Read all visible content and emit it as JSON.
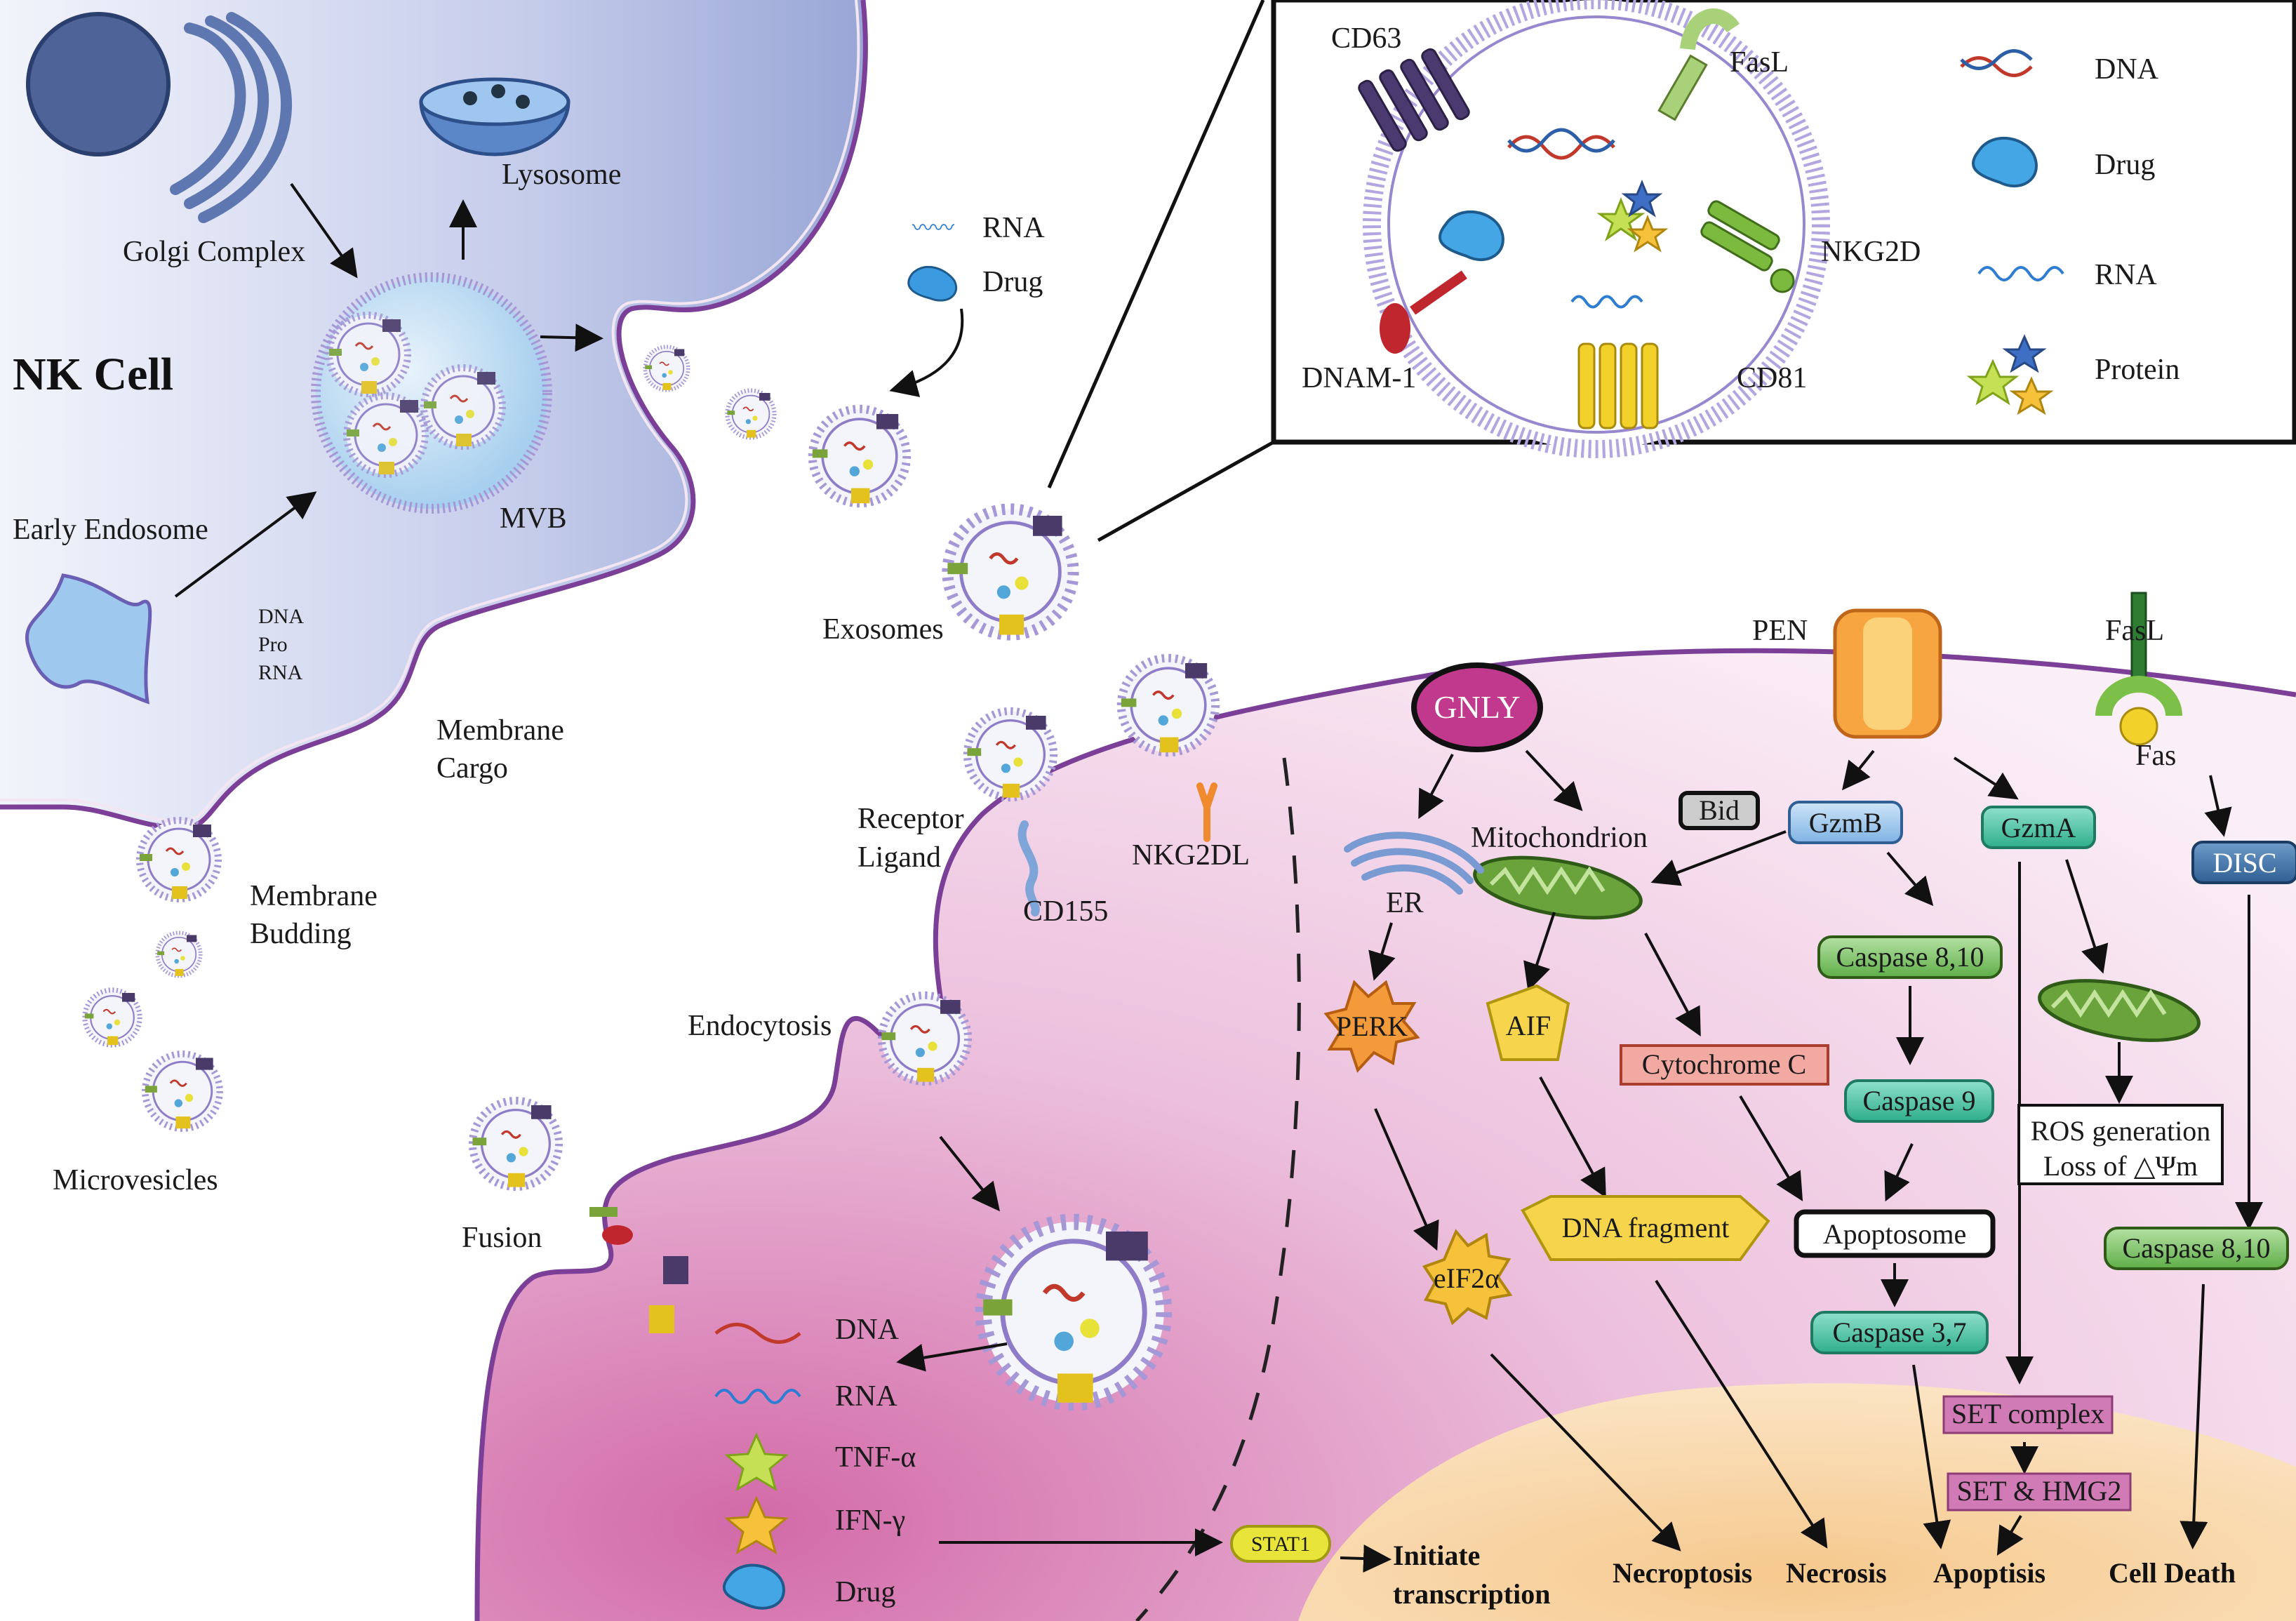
{
  "nk_cell": {
    "title": "NK Cell",
    "golgi": "Golgi Complex",
    "lysosome": "Lysosome",
    "mvb": "MVB",
    "early_endosome": "Early Endosome",
    "dna": "DNA",
    "pro": "Pro",
    "rna": "RNA",
    "membrane_cargo": [
      "Membrane",
      "Cargo"
    ],
    "membrane_budding": [
      "Membrane",
      "Budding"
    ],
    "microvesicles": "Microvesicles"
  },
  "exosome": {
    "rna": "RNA",
    "drug": "Drug",
    "label": "Exosomes"
  },
  "inset": {
    "cd63": "CD63",
    "fasl": "FasL",
    "nkg2d": "NKG2D",
    "dnam1": "DNAM-1",
    "cd81": "CD81",
    "legend": [
      "DNA",
      "Drug",
      "RNA",
      "Protein"
    ]
  },
  "target_cell": {
    "receptor_ligand": [
      "Receptor",
      "Ligand"
    ],
    "cd155": "CD155",
    "nkg2dl": "NKG2DL",
    "endocytosis": "Endocytosis",
    "fusion": "Fusion",
    "cargo_legend": [
      "DNA",
      "RNA",
      "TNF-α",
      "IFN-γ",
      "Drug"
    ],
    "stat1": "STAT1",
    "initiate": [
      "Initiate",
      "transcription"
    ]
  },
  "pathway": {
    "gnly": "GNLY",
    "pen": "PEN",
    "fasl": "FasL",
    "fas": "Fas",
    "bid": "Bid",
    "mitochondrion": "Mitochondrion",
    "er": "ER",
    "gzmb": "GzmB",
    "gzma": "GzmA",
    "disc": "DISC",
    "perk": "PERK",
    "aif": "AIF",
    "cytochrome_c": "Cytochrome C",
    "caspase_8_10_a": "Caspase 8,10",
    "caspase_9": "Caspase 9",
    "ros": [
      "ROS generation",
      "Loss of △Ψm"
    ],
    "caspase_8_10_b": "Caspase 8,10",
    "eif2a": "eIF2α",
    "dna_fragment": "DNA fragment",
    "apoptosome": "Apoptosome",
    "caspase_3_7": "Caspase 3,7",
    "set_complex": "SET complex",
    "set_hmg2": "SET & HMG2",
    "outcomes": [
      "Necroptosis",
      "Necrosis",
      "Apoptisis",
      "Cell Death"
    ]
  }
}
